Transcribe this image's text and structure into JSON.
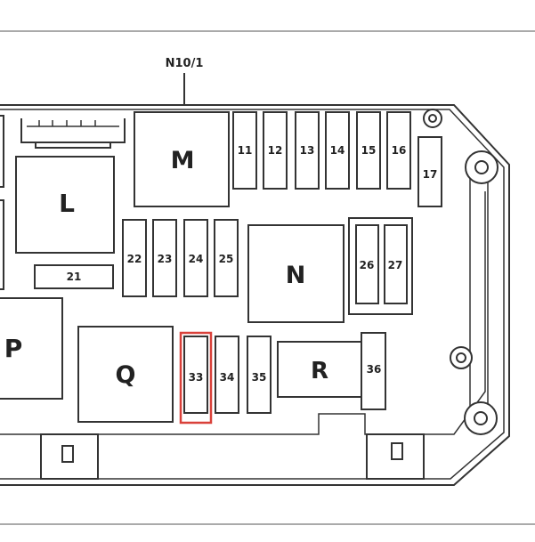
{
  "diagram": {
    "label": "N10/1",
    "big_blocks": {
      "M": "M",
      "L": "L",
      "N": "N",
      "P": "P",
      "Q": "Q",
      "R": "R"
    },
    "fuses": [
      "11",
      "12",
      "13",
      "14",
      "15",
      "16",
      "17",
      "21",
      "22",
      "23",
      "24",
      "25",
      "26",
      "27",
      "33",
      "34",
      "35",
      "36"
    ],
    "highlighted_fuse": "33",
    "highlight_color": "#d9413a"
  }
}
